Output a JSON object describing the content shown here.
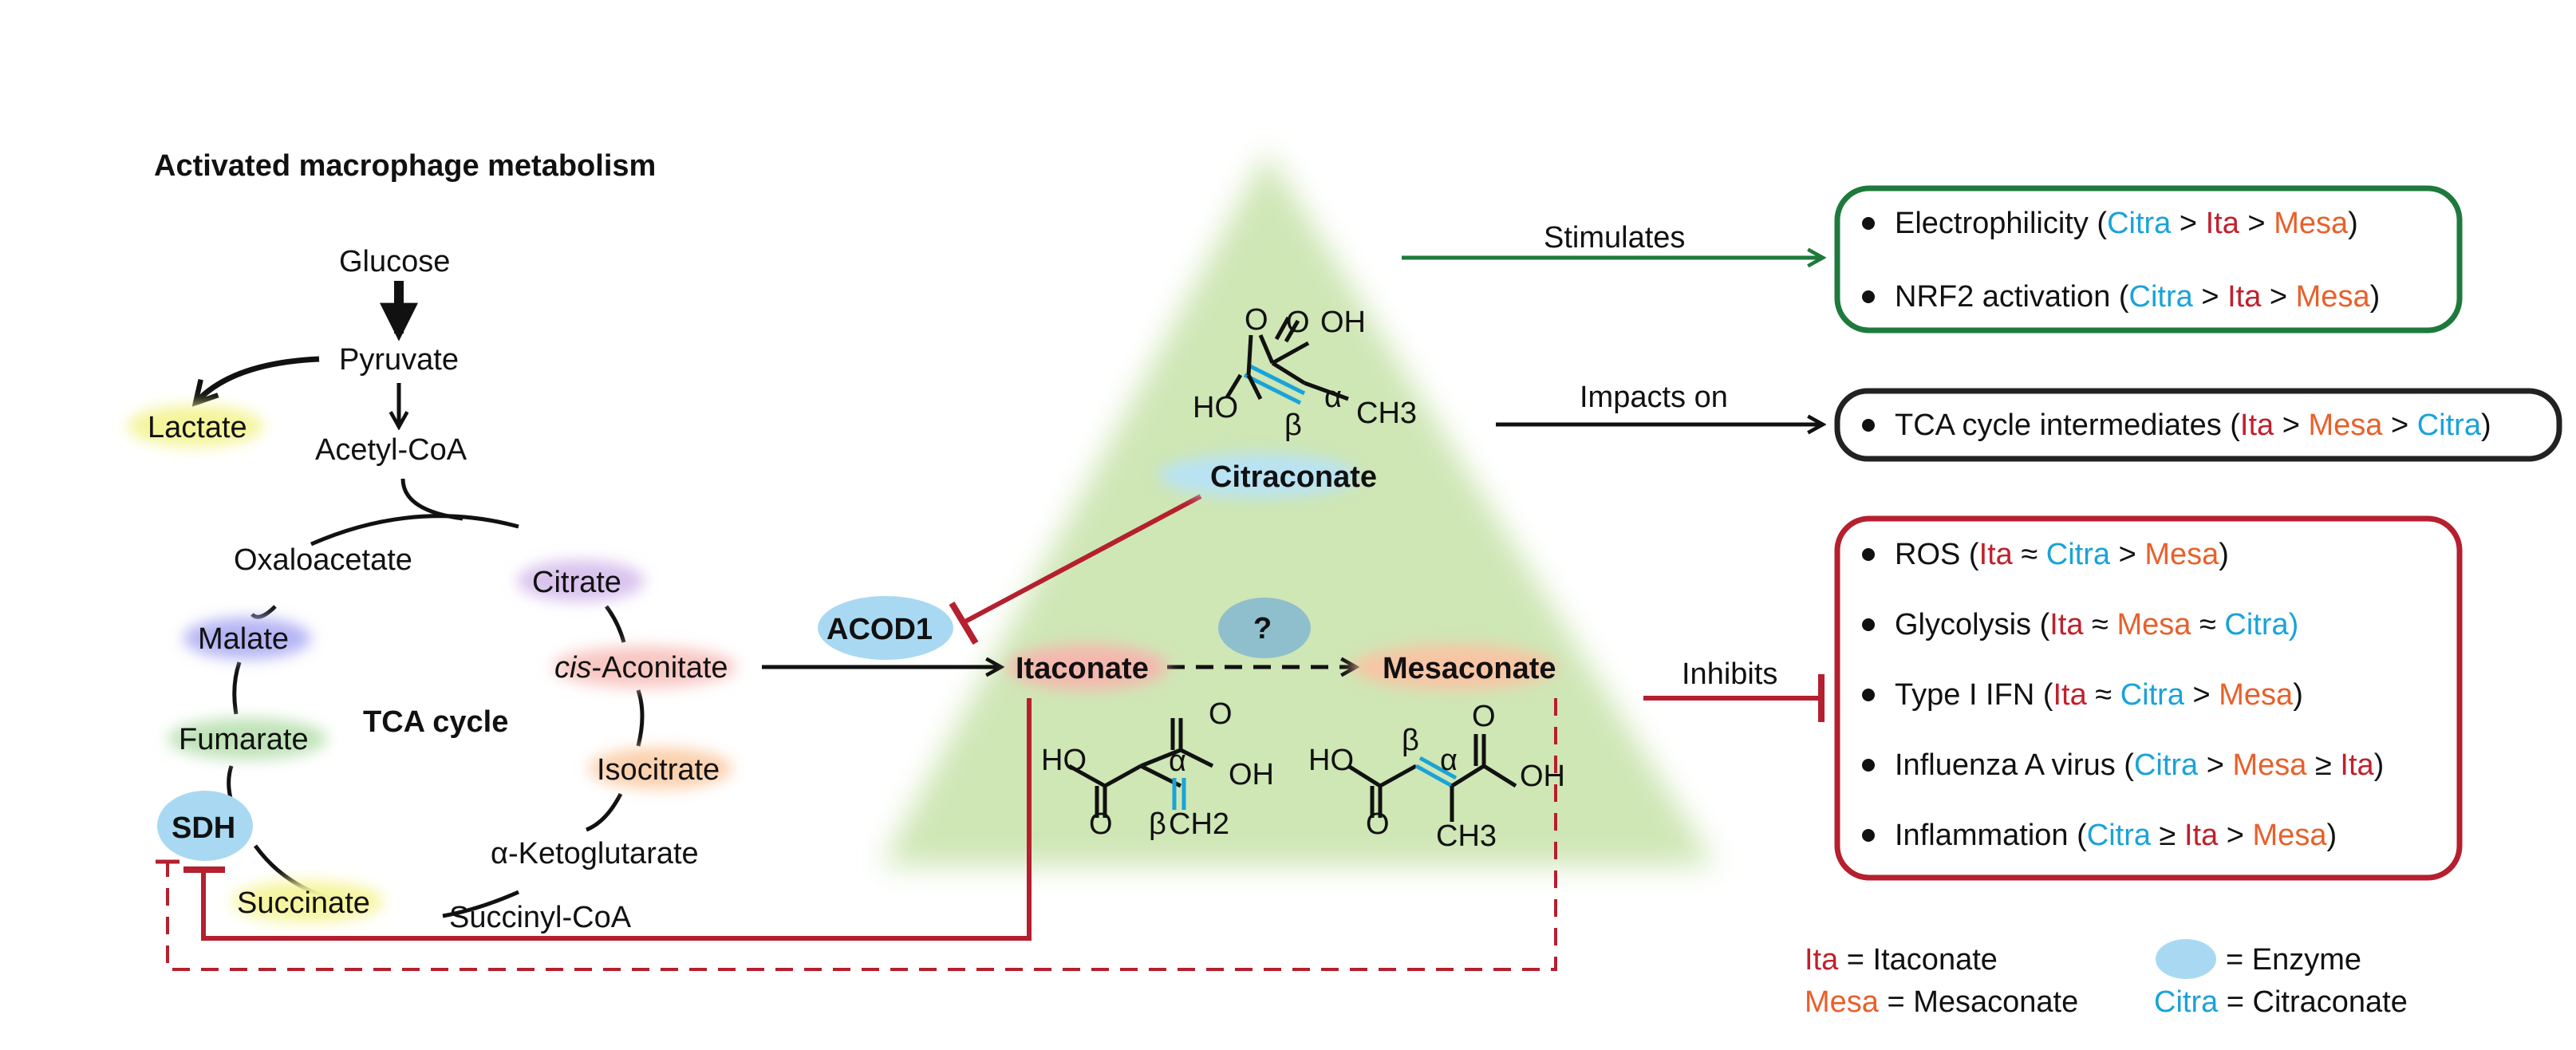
{
  "title": "Activated macrophage metabolism",
  "colors": {
    "ita": "#c0202c",
    "mesa": "#e8602a",
    "citra": "#1aa3d8",
    "stim": "#1e7a3c",
    "inhib": "#b51f2e",
    "pyramid": "#cfe6b5",
    "enzyme": "#a9d9f2"
  },
  "metabolism": {
    "glucose": "Glucose",
    "pyruvate": "Pyruvate",
    "lactate": "Lactate",
    "acetyl_coa": "Acetyl-CoA",
    "oxaloacetate": "Oxaloacetate",
    "citrate": "Citrate",
    "cis_prefix": "cis",
    "aconitate": "-Aconitate",
    "isocitrate": "Isocitrate",
    "akg": "α-Ketoglutarate",
    "succinyl_coa": "Succinyl-CoA",
    "succinate": "Succinate",
    "fumarate": "Fumarate",
    "malate": "Malate",
    "tca": "TCA cycle"
  },
  "enzymes": {
    "sdh": "SDH",
    "acod1": "ACOD1",
    "unknown": "?"
  },
  "compounds": {
    "citraconate": "Citraconate",
    "itaconate": "Itaconate",
    "mesaconate": "Mesaconate"
  },
  "structure_labels": {
    "oh": "OH",
    "ho": "HO",
    "o": "O",
    "ch3": "CH3",
    "ch2": "CH2",
    "alpha": "α",
    "beta": "β"
  },
  "arrows": {
    "stimulates": "Stimulates",
    "impacts": "Impacts on",
    "inhibits": "Inhibits"
  },
  "effects": {
    "stimulates": [
      {
        "label": "Electrophilicity (",
        "order": [
          [
            "Citra",
            "citra"
          ],
          [
            " > ",
            ""
          ],
          [
            "Ita",
            "ita"
          ],
          [
            " > ",
            ""
          ],
          [
            "Mesa",
            "mesa"
          ],
          [
            ")",
            ""
          ]
        ]
      },
      {
        "label": "NRF2 activation (",
        "order": [
          [
            "Citra",
            "citra"
          ],
          [
            " > ",
            ""
          ],
          [
            "Ita",
            "ita"
          ],
          [
            " > ",
            ""
          ],
          [
            "Mesa",
            "mesa"
          ],
          [
            ")",
            ""
          ]
        ]
      }
    ],
    "impacts": [
      {
        "label": "TCA cycle intermediates (",
        "order": [
          [
            "Ita",
            "ita"
          ],
          [
            " > ",
            ""
          ],
          [
            "Mesa",
            "mesa"
          ],
          [
            " > ",
            ""
          ],
          [
            "Citra",
            "citra"
          ],
          [
            ")",
            ""
          ]
        ]
      }
    ],
    "inhibits": [
      {
        "label": "ROS (",
        "order": [
          [
            "Ita",
            "ita"
          ],
          [
            " ≈ ",
            ""
          ],
          [
            "Citra",
            "citra"
          ],
          [
            " > ",
            ""
          ],
          [
            "Mesa",
            "mesa"
          ],
          [
            ")",
            ""
          ]
        ]
      },
      {
        "label": "Glycolysis (",
        "order": [
          [
            "Ita",
            "ita"
          ],
          [
            " ≈ ",
            ""
          ],
          [
            "Mesa",
            "mesa"
          ],
          [
            " ≈ ",
            ""
          ],
          [
            "Citra)",
            "citra"
          ]
        ]
      },
      {
        "label": "Type I IFN (",
        "order": [
          [
            "Ita",
            "ita"
          ],
          [
            " ≈ ",
            ""
          ],
          [
            "Citra",
            "citra"
          ],
          [
            " > ",
            ""
          ],
          [
            "Mesa",
            "mesa"
          ],
          [
            ")",
            ""
          ]
        ]
      },
      {
        "label": "Influenza A virus (",
        "order": [
          [
            "Citra",
            "citra"
          ],
          [
            " > ",
            ""
          ],
          [
            "Mesa",
            "mesa"
          ],
          [
            " ≥ ",
            ""
          ],
          [
            "Ita",
            "ita"
          ],
          [
            ")",
            ""
          ]
        ]
      },
      {
        "label": "Inflammation (",
        "order": [
          [
            "Citra",
            "citra"
          ],
          [
            " ≥ ",
            ""
          ],
          [
            "Ita",
            "ita"
          ],
          [
            " > ",
            ""
          ],
          [
            "Mesa",
            "mesa"
          ],
          [
            ")",
            ""
          ]
        ]
      }
    ]
  },
  "legend": {
    "ita_abbr": "Ita",
    "ita_full": " = Itaconate",
    "mesa_abbr": "Mesa",
    "mesa_full": " = Mesaconate",
    "enzyme": "= Enzyme",
    "citra_abbr": "Citra",
    "citra_full": "  = Citraconate"
  }
}
